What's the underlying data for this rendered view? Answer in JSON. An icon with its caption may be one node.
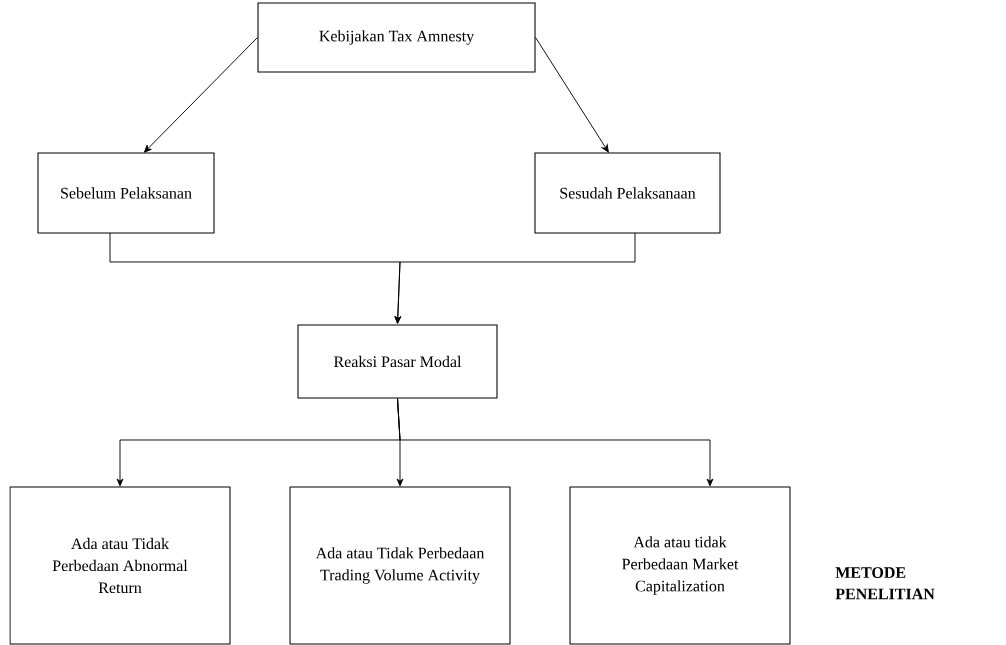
{
  "diagram": {
    "nodes": [
      {
        "text": [
          "Kebijakan Tax Amnesty"
        ]
      },
      {
        "text": [
          "Sebelum Pelaksanan"
        ]
      },
      {
        "text": [
          "Sesudah Pelaksanaan"
        ]
      },
      {
        "text": [
          "Reaksi Pasar Modal"
        ]
      },
      {
        "text": [
          "Ada atau Tidak Perbedaan Abnormal Return"
        ]
      },
      {
        "text": [
          "Ada atau Tidak Perbedaan Trading Volume Activity"
        ]
      },
      {
        "text": [
          "Ada atau tidak Perbedaan Market Capitalization"
        ]
      }
    ],
    "edges": [
      {
        "from": 0,
        "to": 1,
        "arrow": "to"
      },
      {
        "from": 0,
        "to": 2,
        "arrow": "to"
      },
      {
        "from": 1,
        "to": 3,
        "arrow": "to"
      },
      {
        "from": 2,
        "to": 3,
        "arrow": "to"
      },
      {
        "from": 3,
        "to": 4,
        "arrow": "to"
      },
      {
        "from": 3,
        "to": 5,
        "arrow": "to"
      },
      {
        "from": 3,
        "to": 6,
        "arrow": "to"
      }
    ],
    "labels": [
      "METODE PENELITIAN"
    ]
  }
}
